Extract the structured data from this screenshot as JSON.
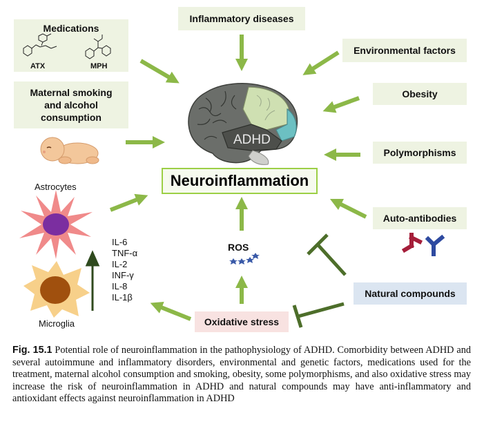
{
  "nodes": {
    "inflammatory_diseases": "Inflammatory diseases",
    "environmental_factors": "Environmental factors",
    "medications": "Medications",
    "atx": "ATX",
    "mph": "MPH",
    "maternal": "Maternal smoking and alcohol consumption",
    "obesity": "Obesity",
    "polymorphisms": "Polymorphisms",
    "auto_antibodies": "Auto-antibodies",
    "natural_compounds": "Natural compounds",
    "oxidative_stress": "Oxidative stress",
    "ros": "ROS",
    "astrocytes": "Astrocytes",
    "microglia": "Microglia",
    "adhd": "ADHD",
    "neuroinflammation": "Neuroinflammation"
  },
  "cytokines": [
    "IL-6",
    "TNF-α",
    "IL-2",
    "INF-γ",
    "IL-8",
    "IL-1β"
  ],
  "caption": {
    "label": "Fig. 15.1",
    "text": "Potential role of neuroinflammation in the pathophysiology of ADHD. Comorbidity between ADHD and several autoimmune and inflammatory disorders, environmental and genetic factors, medications used for the treatment, maternal alcohol consumption and smoking, obesity, some polymorphisms, and also oxidative stress may increase the risk of neuroinflammation in ADHD and natural compounds may have anti-inflammatory and antioxidant effects against neuroinflammation in ADHD"
  },
  "colors": {
    "arrow_green": "#8cb848",
    "arrow_stroke": "#6e9733",
    "inhibitor": "#4d6e2a",
    "green_box": "#eef3e2",
    "blue_box": "#dbe5f1",
    "pink_box": "#f8e2e1",
    "astrocyte": "#f08a8a",
    "astrocyte_nucleus": "#7b2ea0",
    "microglia": "#f7d08a",
    "microglia_nucleus": "#a0500e",
    "ros_star": "#3a5aa8",
    "antibody_red": "#a51e3a",
    "antibody_blue": "#2e4aa0"
  }
}
